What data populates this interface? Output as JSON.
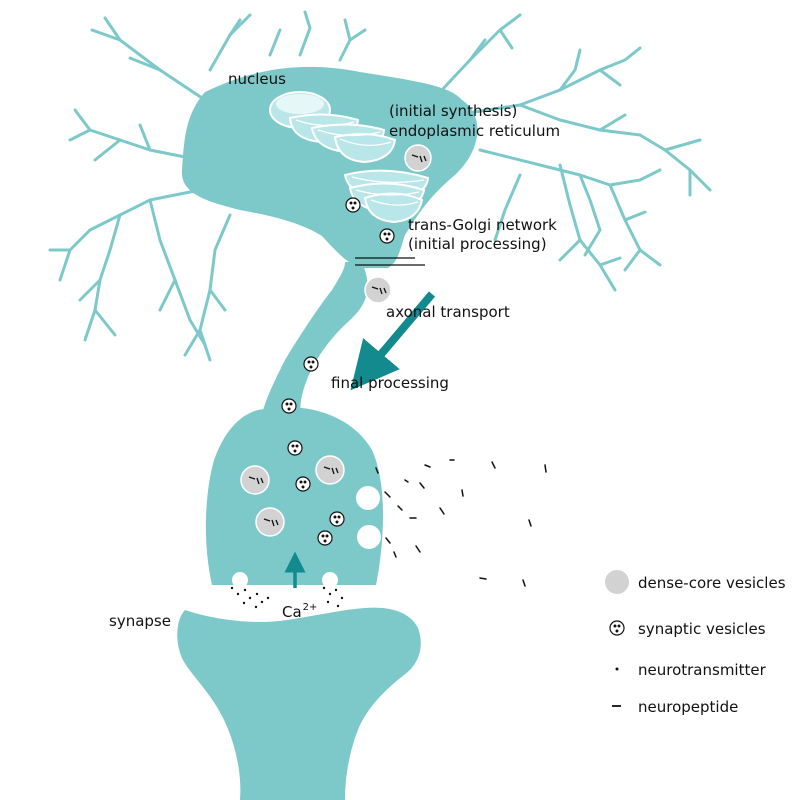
{
  "labels": {
    "nucleus": "nucleus",
    "er_line1": "(initial synthesis)",
    "er_line2": "endoplasmic reticulum",
    "golgi_line1": "trans-Golgi network",
    "golgi_line2": "(initial processing)",
    "axonal_transport": "axonal transport",
    "final_processing": "final processing",
    "synapse": "synapse",
    "calcium": "Ca",
    "calcium_charge": "2+"
  },
  "legend": {
    "dense_core": "dense-core vesicles",
    "synaptic": "synaptic vesicles",
    "neurotransmitter": "neurotransmitter",
    "neuropeptide": "neuropeptide"
  },
  "colors": {
    "neuron": "#7dc9ca",
    "organelle": "#b9e6e8",
    "arrow": "#128a8e",
    "vesicle_dense": "#d2d2d2",
    "ink": "#111111"
  }
}
